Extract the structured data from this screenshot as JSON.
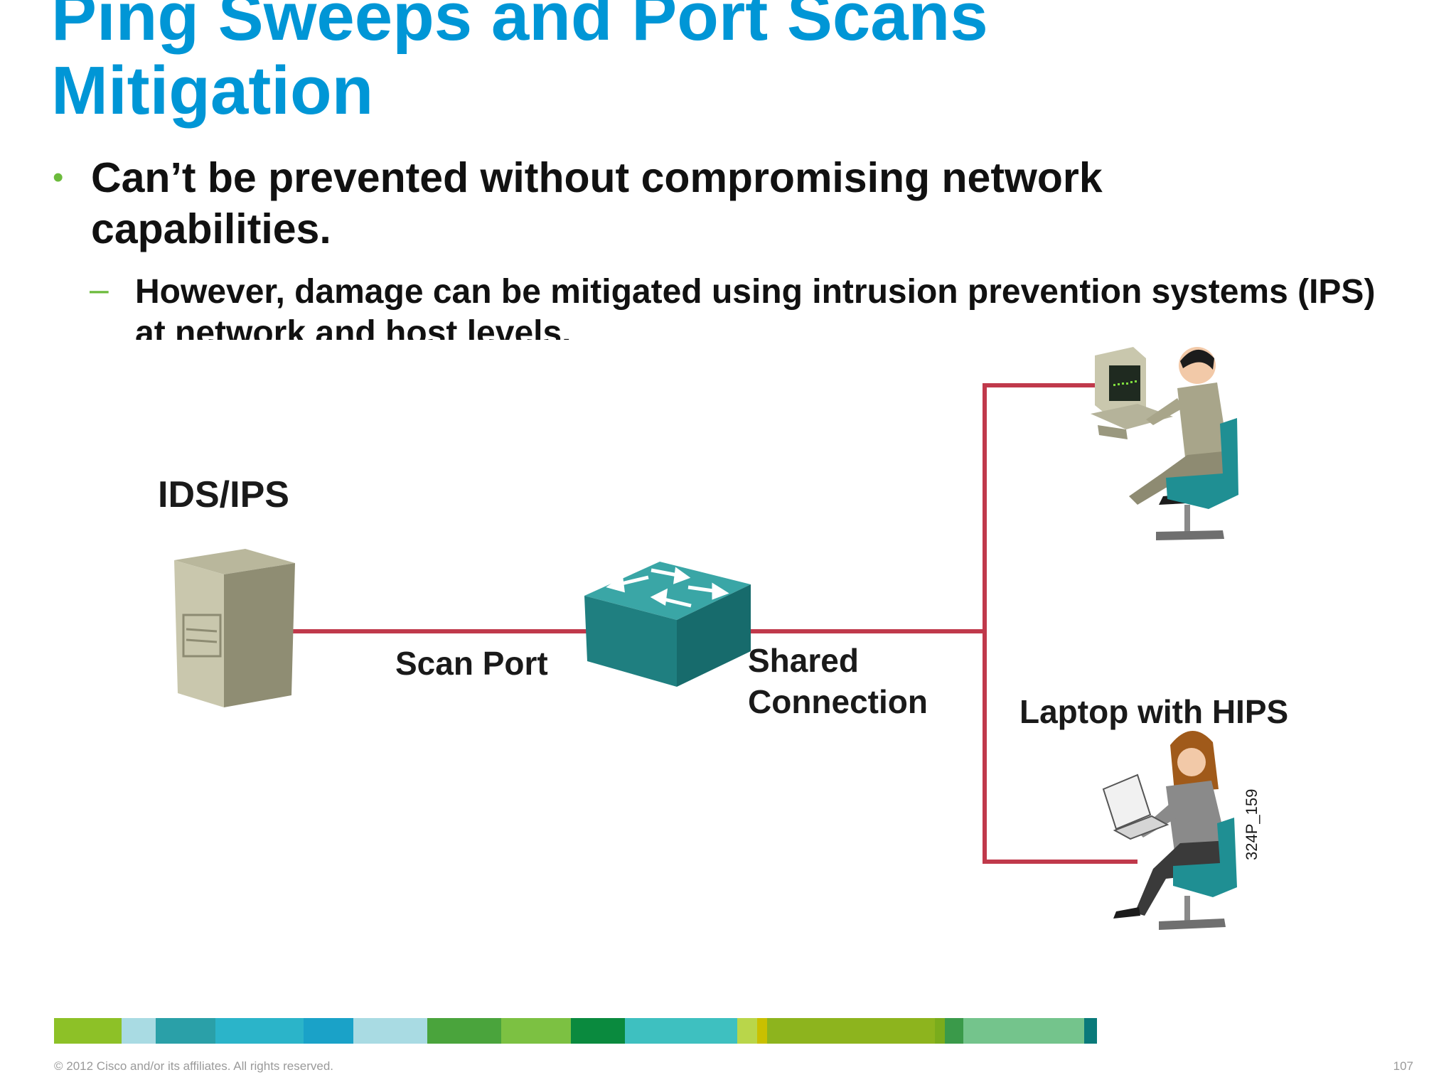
{
  "slide": {
    "title_line1": "Ping Sweeps and Port Scans",
    "title_line2": "Mitigation",
    "bullet": "Can’t be prevented without compromising network capabilities.",
    "bullet_marker": "•",
    "sub_marker": "–",
    "sub_bullet": "However, damage can be mitigated using intrusion prevention systems (IPS) at network and host levels."
  },
  "diagram": {
    "ids_label": "IDS/IPS",
    "scan_port_label": "Scan Port",
    "shared_line1": "Shared",
    "shared_line2": "Connection",
    "laptop_label": "Laptop with HIPS",
    "figure_code": "324P_159"
  },
  "footer": {
    "copyright": "© 2012 Cisco and/or its affiliates. All rights reserved.",
    "page_number": "107"
  },
  "colors": {
    "title": "#0096d6",
    "accent_bullet": "#6cbb3c",
    "link_line": "#c0394b",
    "switch": "#2a8b8b",
    "colorbar": [
      "#8dc127",
      "#a9dbe3",
      "#2aa0a8",
      "#2bb4c9",
      "#1aa2c8",
      "#a9dbe3",
      "#4aa43c",
      "#7cc142",
      "#0a8a3e",
      "#3ec0c0",
      "#b9d64a",
      "#c9c000",
      "#8db41e",
      "#7aac1c",
      "#3a9a4a",
      "#74c48c",
      "#0a7a7a"
    ]
  }
}
